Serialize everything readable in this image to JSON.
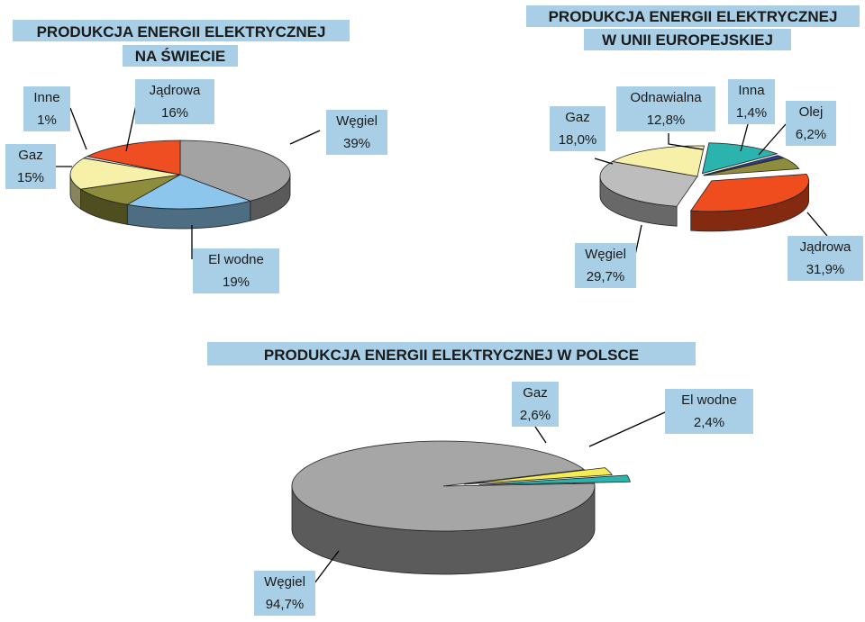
{
  "chart_data": [
    {
      "type": "pie",
      "title": "PRODUKCJA ENERGII ELEKTRYCZNEJ",
      "subtitle": "NA ŚWIECIE",
      "slices": [
        {
          "name": "Węgiel",
          "value": 39,
          "label": "39%",
          "color": "#a3a3a3"
        },
        {
          "name": "El wodne",
          "value": 19,
          "label": "19%",
          "color": "#8cc6ec"
        },
        {
          "name": "",
          "value": 10,
          "label": "",
          "color": "#8d8d3c"
        },
        {
          "name": "Gaz",
          "value": 15,
          "label": "15%",
          "color": "#f7f0a8"
        },
        {
          "name": "Inne",
          "value": 1,
          "label": "1%",
          "color": "#d8d8d8"
        },
        {
          "name": "Jądrowa",
          "value": 16,
          "label": "16%",
          "color": "#ef4e23"
        }
      ]
    },
    {
      "type": "pie",
      "title": "PRODUKCJA ENERGII ELEKTRYCZNEJ",
      "subtitle": "W UNII EUROPEJSKIEJ",
      "slices": [
        {
          "name": "Jądrowa",
          "value": 31.9,
          "label": "31,9%",
          "color": "#f04d1f"
        },
        {
          "name": "Węgiel",
          "value": 29.7,
          "label": "29,7%",
          "color": "#bdbdbd"
        },
        {
          "name": "Gaz",
          "value": 18.0,
          "label": "18,0%",
          "color": "#f7f0a8"
        },
        {
          "name": "Odnawialna",
          "value": 12.8,
          "label": "12,8%",
          "color": "#2bb3ad"
        },
        {
          "name": "Inna",
          "value": 1.4,
          "label": "1,4%",
          "color": "#2f3f99"
        },
        {
          "name": "Olej",
          "value": 6.2,
          "label": "6,2%",
          "color": "#8d8d3c"
        }
      ]
    },
    {
      "type": "pie",
      "title": "PRODUKCJA ENERGII ELEKTRYCZNEJ W POLSCE",
      "slices": [
        {
          "name": "Węgiel",
          "value": 94.7,
          "label": "94,7%",
          "color": "#a6a6a6"
        },
        {
          "name": "Gaz",
          "value": 2.6,
          "label": "2,6%",
          "color": "#f4ec52"
        },
        {
          "name": "El wodne",
          "value": 2.4,
          "label": "2,4%",
          "color": "#2bb3ad"
        }
      ]
    }
  ]
}
